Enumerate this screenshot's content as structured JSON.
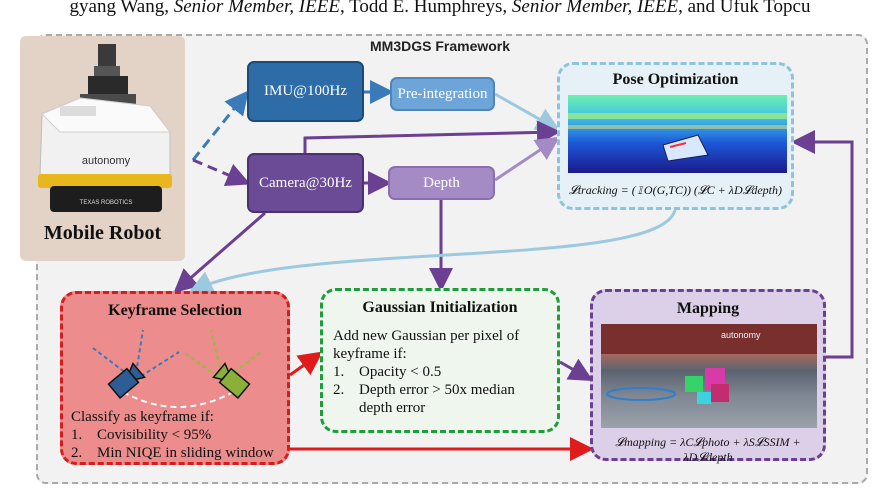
{
  "header": {
    "part1": "gyang Wang, ",
    "role1": "Senior Member, IEEE",
    "part2": ", Todd E. Humphreys, ",
    "role2": "Senior Member, IEEE",
    "part3": ", and Ufuk Topcu"
  },
  "framework_title": "MM3DGS Framework",
  "robot": {
    "label": "Mobile Robot",
    "brand_text": "autonomy",
    "brand_small": "TEXAS ROBOTICS"
  },
  "nodes": {
    "imu": "IMU@100Hz",
    "preintegration": "Pre-integration",
    "camera": "Camera@30Hz",
    "depth": "Depth"
  },
  "pose_optimization": {
    "title": "Pose Optimization",
    "equation": "𝓛tracking = (𝟙O(G,TC)) (𝓛C + λD𝓛depth)"
  },
  "keyframe_selection": {
    "title": "Keyframe Selection",
    "intro": "Classify as keyframe if:",
    "items": [
      {
        "num": "1.",
        "text": "Covisibility < 95%"
      },
      {
        "num": "2.",
        "text": "Min NIQE in sliding window"
      }
    ]
  },
  "gaussian_initialization": {
    "title": "Gaussian Initialization",
    "intro": "Add new Gaussian per pixel of keyframe if:",
    "items": [
      {
        "num": "1.",
        "text": "Opacity < 0.5"
      },
      {
        "num": "2.",
        "text": "Depth error > 50x median depth error"
      }
    ]
  },
  "mapping": {
    "title": "Mapping",
    "scene_text": "autonomy",
    "equation": "𝓛mapping = λC𝓛photo + λS𝓛SSIM + λD𝓛depth"
  },
  "colors": {
    "imu_path": "#3a7ab8",
    "camera_path": "#6b3f92",
    "feedback": "#9cc9e0",
    "keyframe_path": "#e01b1b"
  }
}
